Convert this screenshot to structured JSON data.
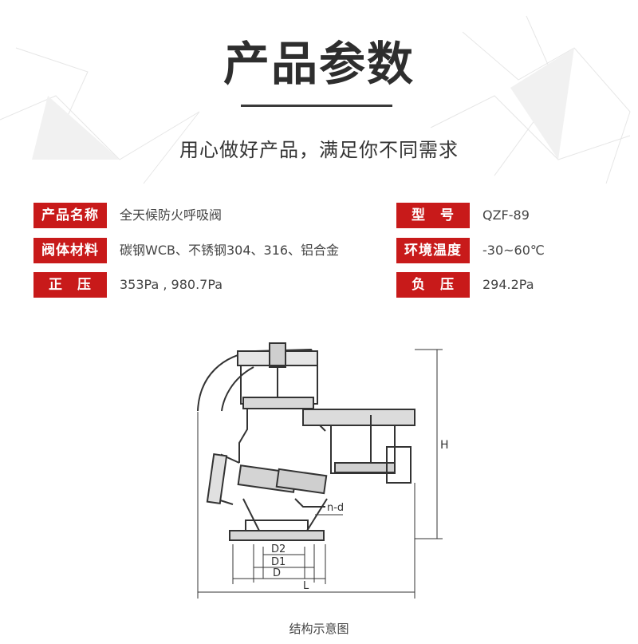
{
  "header": {
    "title": "产品参数",
    "subtitle": "用心做好产品，满足你不同需求"
  },
  "params": [
    {
      "label": "产品名称",
      "value": "全天候防火呼吸阀"
    },
    {
      "label": "型　号",
      "value": "QZF-89"
    },
    {
      "label": "阀体材料",
      "value": "碳钢WCB、不锈钢304、316、铝合金"
    },
    {
      "label": "环境温度",
      "value": "-30~60℃"
    },
    {
      "label": "正　压",
      "value": "353Pa , 980.7Pa"
    },
    {
      "label": "负　压",
      "value": "294.2Pa"
    }
  ],
  "diagram": {
    "labels": {
      "h": "H",
      "nd": "n-d",
      "d2": "D2",
      "d1": "D1",
      "d": "D",
      "l": "L"
    },
    "caption": "结构示意图"
  },
  "colors": {
    "accent": "#c81a1a",
    "text": "#2e2e2e"
  }
}
